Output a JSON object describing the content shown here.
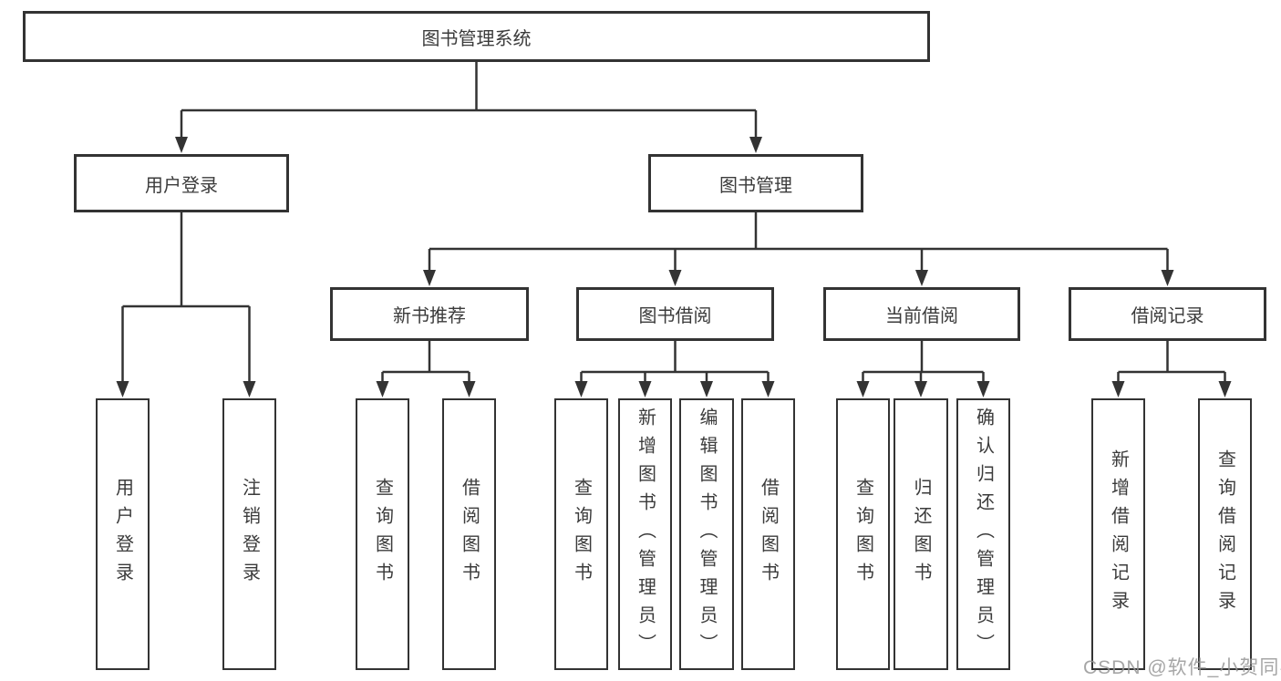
{
  "tree": {
    "label": "图书管理系统",
    "children": [
      {
        "label": "用户登录",
        "children": [
          {
            "label": "用户登录"
          },
          {
            "label": "注销登录"
          }
        ]
      },
      {
        "label": "图书管理",
        "children": [
          {
            "label": "新书推荐",
            "children": [
              {
                "label": "查询图书"
              },
              {
                "label": "借阅图书"
              }
            ]
          },
          {
            "label": "图书借阅",
            "children": [
              {
                "label": "查询图书"
              },
              {
                "label": "新增图书（管理员）"
              },
              {
                "label": "编辑图书（管理员）"
              },
              {
                "label": "借阅图书"
              }
            ]
          },
          {
            "label": "当前借阅",
            "children": [
              {
                "label": "查询图书"
              },
              {
                "label": "归还图书"
              },
              {
                "label": "确认归还（管理员）"
              }
            ]
          },
          {
            "label": "借阅记录",
            "children": [
              {
                "label": "新增借阅记录"
              },
              {
                "label": "查询借阅记录"
              }
            ]
          }
        ]
      }
    ]
  },
  "watermark": {
    "text": "CSDN @软件_小贺同学"
  },
  "colors": {
    "line": "#333333",
    "text": "#3b3b3b",
    "watermark": "#969696"
  }
}
